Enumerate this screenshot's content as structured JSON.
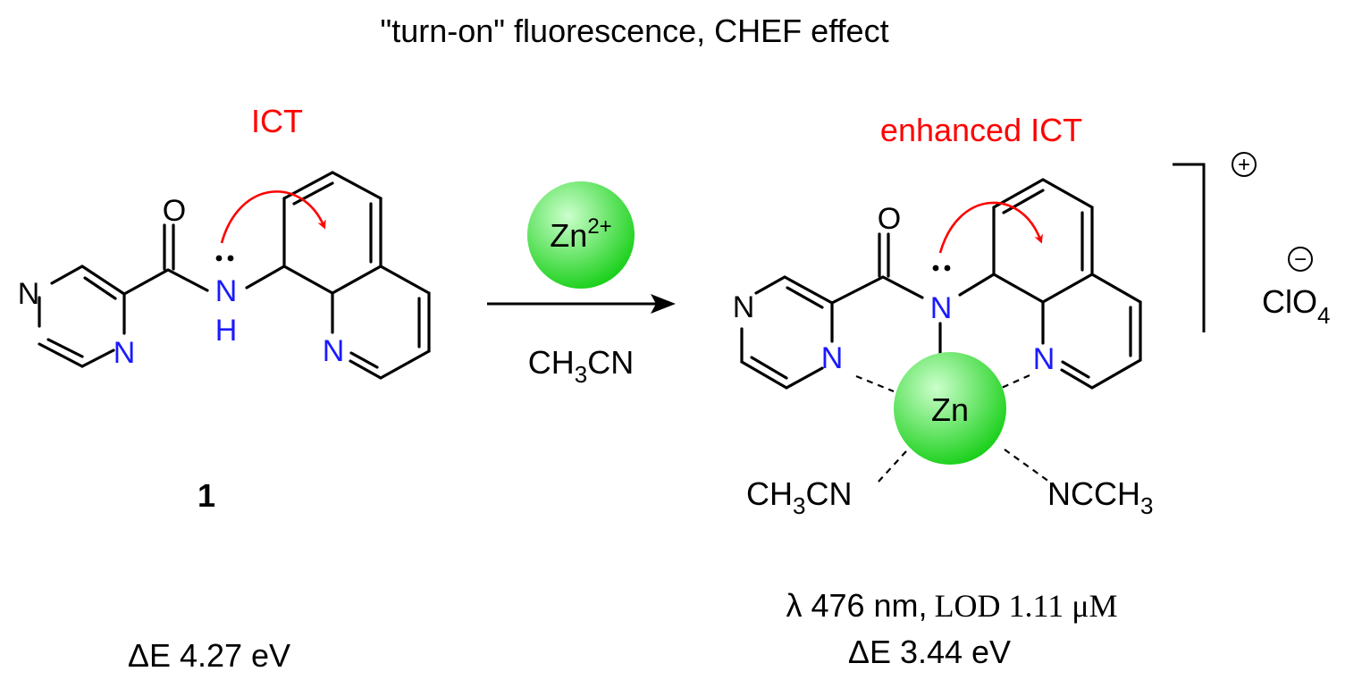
{
  "title": "\"turn-on\" fluorescence, CHEF effect",
  "colors": {
    "heteroatom": "#1a1aff",
    "ict": "#ff0000",
    "sphere_center": "#ccffcc",
    "sphere_edge": "#17cf17"
  },
  "ligand": {
    "ict_label": "ICT",
    "compound_number": "1",
    "atoms": {
      "O": "O",
      "N_amide": "N",
      "H_amide": "H",
      "N_pyrazine_top": "N",
      "N_pyrazine_bottom": "N",
      "N_quinoline": "N"
    },
    "delta_e": "ΔE 4.27 eV"
  },
  "reagent": {
    "ion_symbol": "Zn",
    "ion_charge": "2+",
    "solvent_pre": "CH",
    "solvent_sub": "3",
    "solvent_post": "CN"
  },
  "complex": {
    "ict_label": "enhanced ICT",
    "metal": "Zn",
    "atoms": {
      "O": "O",
      "N_amide": "N",
      "N_pyrazine_top": "N",
      "N_pyrazine_bottom": "N",
      "N_quinoline": "N"
    },
    "ligand_left": {
      "pre": "CH",
      "sub": "3",
      "post": "CN"
    },
    "ligand_right": {
      "pre": "NCCH",
      "sub": "3"
    },
    "charge": "+",
    "counter_anion": "ClO",
    "counter_anion_sub": "4",
    "counter_anion_charge": "−",
    "emission": "λ 476 nm,",
    "lod_label": "LOD 1.11 μM",
    "delta_e": "ΔE 3.44 eV"
  }
}
